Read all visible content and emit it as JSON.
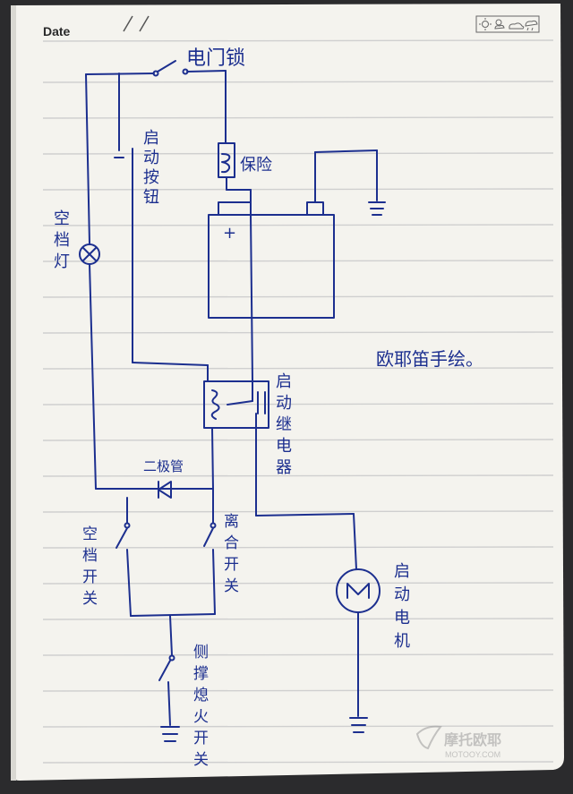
{
  "page": {
    "date_label": "Date",
    "weather_icons": [
      "sun-icon",
      "partly-cloudy-icon",
      "cloud-icon",
      "rain-icon"
    ]
  },
  "diagram": {
    "ignition_lock": "电门锁",
    "fuse": "保险",
    "battery_plus": "+",
    "start_button_label": [
      "启",
      "动",
      "按",
      "钮"
    ],
    "neutral_lamp_label": [
      "空",
      "档",
      "灯"
    ],
    "author_note": "欧耶笛手绘。",
    "start_relay_label": [
      "启",
      "动",
      "继",
      "电",
      "器"
    ],
    "diode": "二极管",
    "neutral_switch_label": [
      "空",
      "档",
      "开",
      "关"
    ],
    "clutch_switch_label": [
      "离",
      "合",
      "开",
      "关"
    ],
    "starter_motor_label": [
      "启",
      "动",
      "电",
      "机"
    ],
    "motor_symbol": "M",
    "sidestand_switch_label": [
      "侧",
      "撑",
      "熄",
      "火",
      "开",
      "关"
    ]
  },
  "watermark": {
    "text": "摩托欧耶",
    "subtext": "MOTOOY.COM"
  },
  "colors": {
    "ink": "#1c2f8f",
    "paper": "#f5f4ef",
    "rule": "#c9c9c9"
  }
}
